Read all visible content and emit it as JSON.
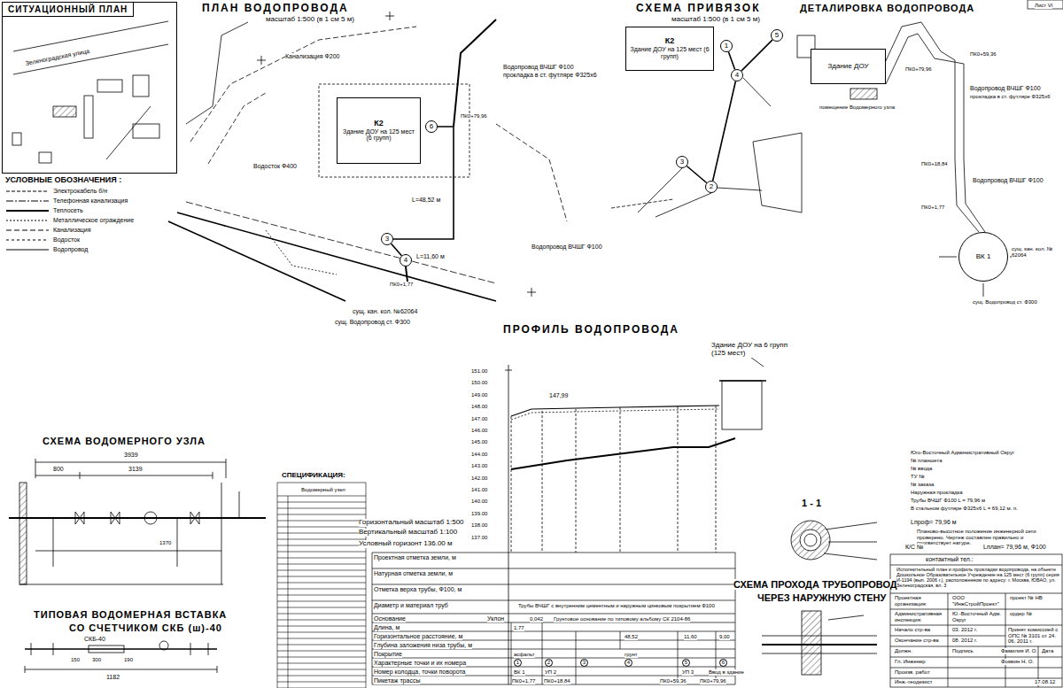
{
  "diagram": {
    "nodes": [
      {
        "text": [
          "СИТУАЦИОННЫЙ ПЛАН"
        ]
      },
      {
        "text": [
          "К2",
          "Здание ДОУ на 125 мест (6 групп)"
        ]
      },
      {
        "text": [
          "6"
        ]
      },
      {
        "text": [
          "3"
        ]
      },
      {
        "text": [
          "4"
        ]
      },
      {
        "text": [
          "К2",
          "Здание ДОУ на 125 мест (6 групп)"
        ]
      },
      {
        "text": [
          "1"
        ]
      },
      {
        "text": [
          "2"
        ]
      },
      {
        "text": [
          "3"
        ]
      },
      {
        "text": [
          "4"
        ]
      },
      {
        "text": [
          "5"
        ]
      },
      {
        "text": [
          "Здание ДОУ"
        ]
      },
      {
        "text": [
          "ВК 1"
        ]
      },
      {
        "text": [
          "1"
        ]
      },
      {
        "text": [
          "2"
        ]
      },
      {
        "text": [
          "3"
        ]
      },
      {
        "text": [
          "4"
        ]
      },
      {
        "text": [
          "5"
        ]
      },
      {
        "text": [
          "6"
        ]
      }
    ],
    "edges": [
      {
        "from": 4,
        "to": 3,
        "arrow": "none"
      },
      {
        "from": 3,
        "to": 2,
        "arrow": "none"
      },
      {
        "from": 8,
        "to": 7,
        "arrow": "none"
      },
      {
        "from": 7,
        "to": 9,
        "arrow": "none"
      },
      {
        "from": 9,
        "to": 10,
        "arrow": "none"
      },
      {
        "from": 6,
        "to": 9,
        "arrow": "none"
      }
    ],
    "labels": [
      "Лист VI",
      "ПЛАН ВОДОПРОВОДА",
      "масштаб 1:500 (в 1 см 5 м)",
      "СХЕМА ПРИВЯЗОК",
      "масштаб 1:500 (в 1 см 5 м)",
      "ДЕТАЛИРОВКА ВОДОПРОВОДА",
      "ПРОФИЛЬ ВОДОПРОВОДА",
      "СХЕМА ВОДОМЕРНОГО УЗЛА",
      "ТИПОВАЯ ВОДОМЕРНАЯ ВСТАВКА",
      "СО СЧЕТЧИКОМ СКБ (ш)-40",
      "СПЕЦИФИКАЦИЯ:",
      "СХЕМА ПРОХОДА ТРУБОПРОВОДА",
      "ЧЕРЕЗ НАРУЖНУЮ СТЕНУ",
      "1 - 1",
      "УСЛОВНЫЕ ОБОЗНАЧЕНИЯ :",
      "Зеленоградская улица",
      "Водопровод ВЧШГ Ф100",
      "прокладка в ст. футляре Ф325х6",
      "Канализация Ф200",
      "Водосток Ф400",
      "Водопровод ВЧШГ Ф100",
      "сущ. кан. кол. №62064",
      "сущ. Водопровод ст. Ф300",
      "L=48,52 м",
      "L=11,60 м",
      "ПК0+79,96",
      "ПК0+1,77",
      "помещение Водомерного узла",
      "ПК0+79,96",
      "ПК0+59,36",
      "Водопровод ВЧШГ Ф100",
      "прокладка в ст. футляре Ф325х6",
      "ПК0+18,84",
      "Водопровод ВЧШГ Ф100",
      "ПК0+1,77",
      "сущ. кан. кол. № 62064",
      "сущ. Водопровод ст. Ф300",
      "Здание ДОУ на 6 групп (125 мест)",
      "147,99",
      "Горизонтальный масштаб 1:500",
      "Вертикальный масштаб 1:100",
      "Условный горизонт 136.00 м",
      "151.00",
      "150.00",
      "149.00",
      "148.00",
      "147.00",
      "146.00",
      "145.00",
      "144.00",
      "143.00",
      "142.00",
      "141.00",
      "140.00",
      "139.00",
      "138.00",
      "137.00",
      "Проектная отметка земли, м",
      "Натурная отметка земли, м",
      "Отметка верха трубы, Ф100, м",
      "Диаметр и материал труб",
      "Основание",
      "Уклон",
      "Длина, м",
      "Горизонтальное расстояние, м",
      "Глубина заложения низа трубы, м",
      "Покрытие",
      "Характерные точки и их номера",
      "Номер колодца, точки поворота",
      "Пикетаж трассы",
      "Трубы ВЧШГ с внутренним цементным и наружным цинковым покрытием Ф100",
      "Грунтовое основание по типовому альбому СК 2104-86",
      "0,042",
      "1,77",
      "48,52",
      "11,60",
      "9,00",
      "асфальт",
      "грунт",
      "ВК 1",
      "УП 2",
      "УП 3",
      "Ввод в здание",
      "ПК0+1,77",
      "ПК0+18,84",
      "ПК0+59,36",
      "ПК0+79,96",
      "Юго-Восточный Административный Округ",
      "№ планшета",
      "№ ввода",
      "ТУ №",
      "№ заказа",
      "Наружная прокладка",
      "Трубы ВЧШГ Ф100 L = 79,96 м",
      "В стальном футляре Ф325х6 L = 69,12 м. п.",
      "Lпроф= 79,96 м",
      "Планово-высотное положение инженерной сети проверено. Чертеж составлен правильно и соответствует натуре.",
      "К/С №",
      "Lплан= 79,96 м, Ф100",
      "контактный тел.:",
      "Исполнительный план и профиль прокладки водопровода, на объекте Дошкольное Образовательное Учреждение на 125 мест (6 групп) серия И-1194 (вып. 2006 г.), расположенном по адресу: г. Москва, ЮВАО, ул. Зеленоградская, вл. 3",
      "Проектная организация:",
      "ООО \"ИнжСтройПроект\"",
      "проект № НВ",
      "Административная инспекция:",
      "Ю.-Восточный Адм. Округ",
      "ордер №",
      "Начало стр-ва",
      "03. 2012 г.",
      "Окончание стр-ва",
      "08. 2012 г.",
      "Принят комиссией с ОПС № 3101 от 24. 06. 2011 г.",
      "Должн.",
      "Подпись",
      "Фамилия И. О.",
      "Дата",
      "Гл. Инженер",
      "Произв. работ",
      "Инж.-геодезист",
      "Фомкин Н. О.",
      "17.08.12",
      "3939",
      "3139",
      "800",
      "1370",
      "СКБ-40",
      "300",
      "190",
      "150",
      "1182",
      "Водомерный узел"
    ],
    "legend": [
      {
        "text": "Электрокабель б/н"
      },
      {
        "text": "Телефонная канализация"
      },
      {
        "text": "Теплосеть"
      },
      {
        "text": "Металлическое ограждение"
      },
      {
        "text": "Канализация"
      },
      {
        "text": "Водосток"
      },
      {
        "text": "Водопровод"
      }
    ]
  }
}
